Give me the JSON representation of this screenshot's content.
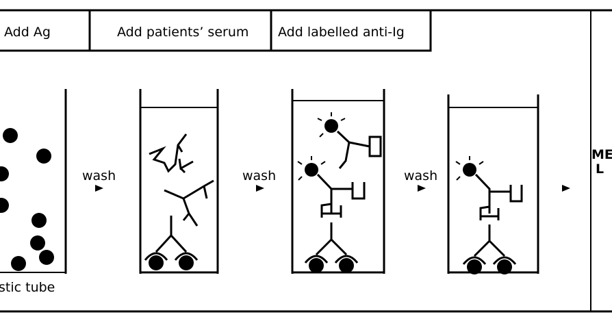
{
  "steps": [
    {
      "label": "Add Ag"
    },
    {
      "label": "Add patients’ serum"
    },
    {
      "label": "Add labelled anti-Ig"
    }
  ],
  "wash_label": "wash",
  "tube_label": "stic tube",
  "right_label_1": "ME",
  "right_label_2": "L",
  "colors": {
    "ink": "#000000",
    "paper": "#ffffff"
  }
}
